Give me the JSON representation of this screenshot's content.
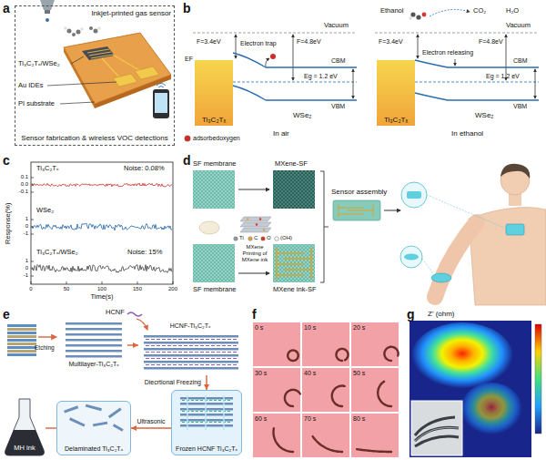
{
  "diagram": {
    "nodes": [
      {
        "text": [
          "Inkjet-printed gas sensor",
          "Sensor fabrication & wireless VOC detections"
        ]
      },
      {
        "text": [
          "Ti₃C₂Tₓ"
        ]
      },
      {
        "text": [
          "Ti₃C₂Tₓ"
        ]
      },
      {
        "text": [
          "Multilayer-Ti₃C₂Tₓ"
        ]
      },
      {
        "text": [
          "HCNF-Ti₃C₂Tₓ"
        ]
      },
      {
        "text": [
          "Frozen HCNF Ti₃C₂Tₓ"
        ]
      },
      {
        "text": [
          "Delaminated Ti₃C₂Tₓ"
        ]
      },
      {
        "text": [
          "MH ink"
        ]
      },
      {
        "text": [
          "0 s"
        ]
      },
      {
        "text": [
          "10 s"
        ]
      },
      {
        "text": [
          "20 s"
        ]
      },
      {
        "text": [
          "30 s"
        ]
      },
      {
        "text": [
          "40 s"
        ]
      },
      {
        "text": [
          "50 s"
        ]
      },
      {
        "text": [
          "60 s"
        ]
      },
      {
        "text": [
          "70 s"
        ]
      },
      {
        "text": [
          "80 s"
        ]
      }
    ],
    "edges": [
      {
        "from": 3,
        "to": 4,
        "arrow": "to"
      },
      {
        "from": 4,
        "to": 5,
        "label": "Diecrtional Freezing",
        "arrow": "to"
      },
      {
        "from": 5,
        "to": 6,
        "label": "Ultrasonic",
        "arrow": "to"
      },
      {
        "from": 6,
        "to": 7,
        "arrow": "none"
      }
    ],
    "labels": [
      "a",
      "Ti₃C₂Tₓ/WSe₂",
      "Au IDEs",
      "PI substrate",
      "b",
      "Vacuum",
      "F=3.4eV",
      "Electron trap",
      "F=4.8eV",
      "EF",
      "CBM",
      "Eg = 1.2 eV",
      "VBM",
      "WSe₂",
      "In air",
      "Ethanol",
      "CO₂",
      "H₂O",
      "Vacuum",
      "F=3.4eV",
      "Electron releasing",
      "F=4.8eV",
      "CBM",
      "Eg = 1.2 eV",
      "VBM",
      "WSe₂",
      "In ethanol",
      "c",
      "Response(%)",
      "Ti₃C₂Tₓ",
      "Noise: 0.08%",
      "WSe₂",
      "Ti₃C₂Tₓ/WSe₂",
      "Noise: 15%",
      "0.1",
      "0.0",
      "-0.1",
      "1",
      "0",
      "-1",
      "1",
      "0",
      "-1",
      "0",
      "50",
      "100",
      "150",
      "200",
      "Time(s)",
      "d",
      "SF membrane",
      "MXene-SF",
      "SF membrane",
      "MXene Printing of MXene ink",
      "MXene ink-SF",
      "Sensor assembly",
      "e",
      "HCNF",
      "Etching",
      "f",
      "g",
      "Z' (ohm)"
    ],
    "legend": [
      {
        "text": "adsorbedoxygen",
        "color": "#d42a2a"
      },
      {
        "text": "Ti",
        "color": "#8e99a6"
      },
      {
        "text": "C",
        "color": "#e2a23b"
      },
      {
        "text": "O",
        "color": "#d9342b"
      },
      {
        "text": "(OH)",
        "color": "#f4f4f4"
      }
    ]
  }
}
